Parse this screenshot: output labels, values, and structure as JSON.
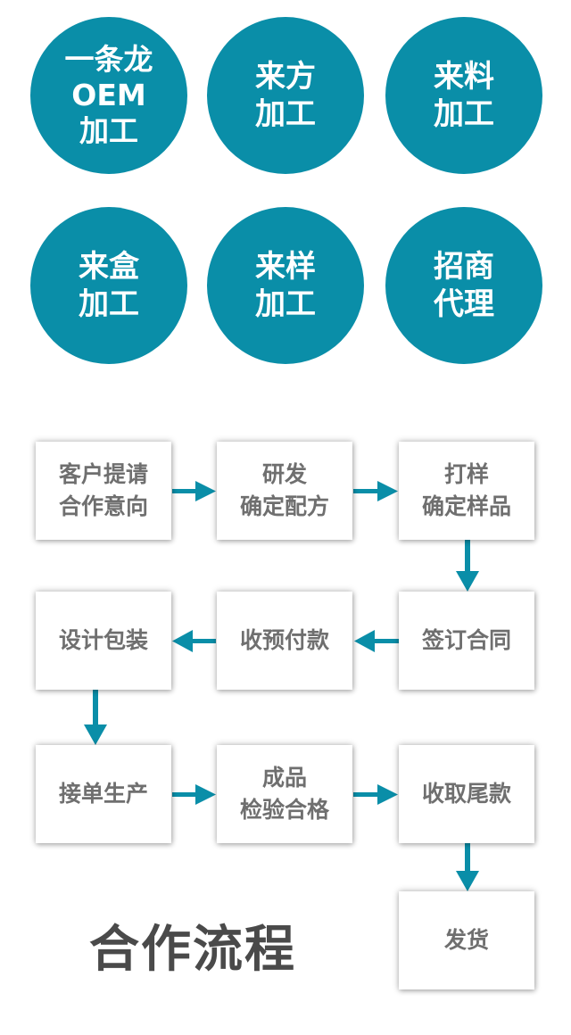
{
  "services": [
    {
      "lines": [
        "一条龙",
        "OEM",
        "加工"
      ]
    },
    {
      "lines": [
        "来方",
        "加工"
      ]
    },
    {
      "lines": [
        "来料",
        "加工"
      ]
    },
    {
      "lines": [
        "来盒",
        "加工"
      ]
    },
    {
      "lines": [
        "来样",
        "加工"
      ]
    },
    {
      "lines": [
        "招商",
        "代理"
      ]
    }
  ],
  "process": {
    "title": "合作流程",
    "steps": [
      {
        "lines": [
          "客户提请",
          "合作意向"
        ]
      },
      {
        "lines": [
          "研发",
          "确定配方"
        ]
      },
      {
        "lines": [
          "打样",
          "确定样品"
        ]
      },
      {
        "lines": [
          "签订合同"
        ]
      },
      {
        "lines": [
          "收预付款"
        ]
      },
      {
        "lines": [
          "设计包装"
        ]
      },
      {
        "lines": [
          "接单生产"
        ]
      },
      {
        "lines": [
          "成品",
          "检验合格"
        ]
      },
      {
        "lines": [
          "收取尾款"
        ]
      },
      {
        "lines": [
          "发货"
        ]
      }
    ]
  },
  "colors": {
    "accent": "#0a8ea8",
    "box_text": "#6f6f6f",
    "title_text": "#4a4a4a"
  },
  "icons": {
    "connector": "arrow"
  }
}
